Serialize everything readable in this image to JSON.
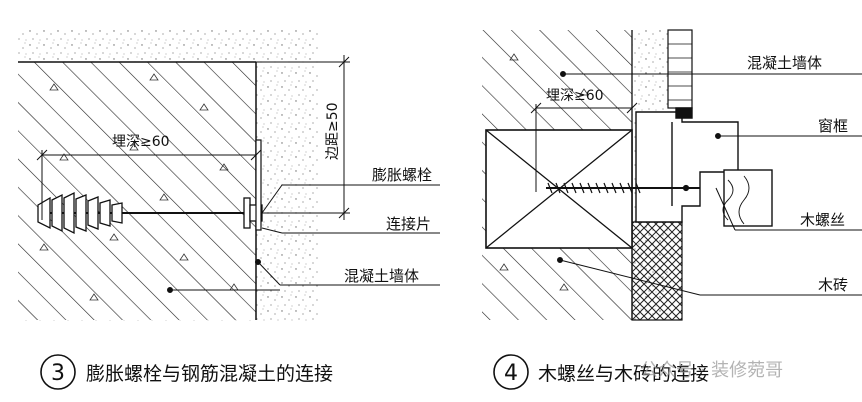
{
  "left_figure": {
    "embed_depth_label": "埋深≥60",
    "edge_distance_label": "边距≥50",
    "labels": {
      "expansion_bolt": "膨胀螺栓",
      "connector_plate": "连接片",
      "concrete_wall": "混凝土墙体"
    },
    "caption_number": "3",
    "caption_text": "膨胀螺栓与钢筋混凝土的连接"
  },
  "right_figure": {
    "embed_depth_label": "埋深≥60",
    "labels": {
      "concrete_wall": "混凝土墙体",
      "window_frame": "窗框",
      "wood_screw": "木螺丝",
      "wood_brick": "木砖"
    },
    "caption_number": "4",
    "caption_text": "木螺丝与木砖的连接"
  },
  "watermark": "公众号 · 装修菀哥"
}
